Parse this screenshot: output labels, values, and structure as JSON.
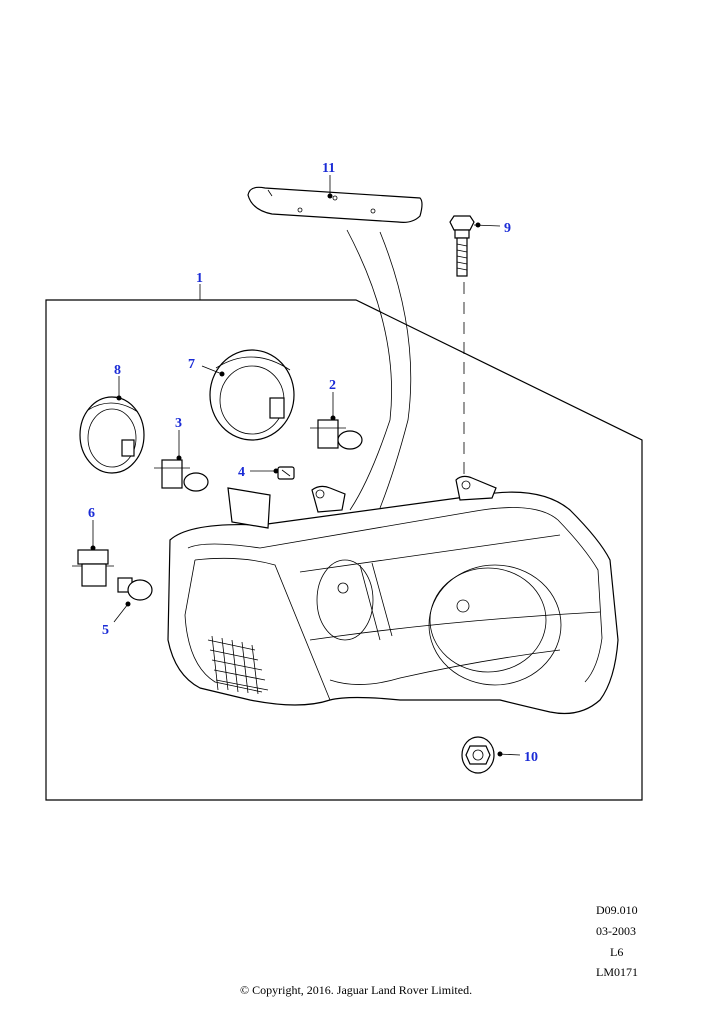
{
  "callouts": {
    "c1": "1",
    "c2": "2",
    "c3": "3",
    "c4": "4",
    "c5": "5",
    "c6": "6",
    "c7": "7",
    "c8": "8",
    "c9": "9",
    "c10": "10",
    "c11": "11"
  },
  "meta": {
    "code": "D09.010",
    "date": "03-2003",
    "model": "L6",
    "ref": "LM0171",
    "copyright": "© Copyright, 2016. Jaguar Land Rover Limited."
  },
  "colors": {
    "callout": "#1a2bd6",
    "line": "#000000",
    "background": "#ffffff"
  }
}
